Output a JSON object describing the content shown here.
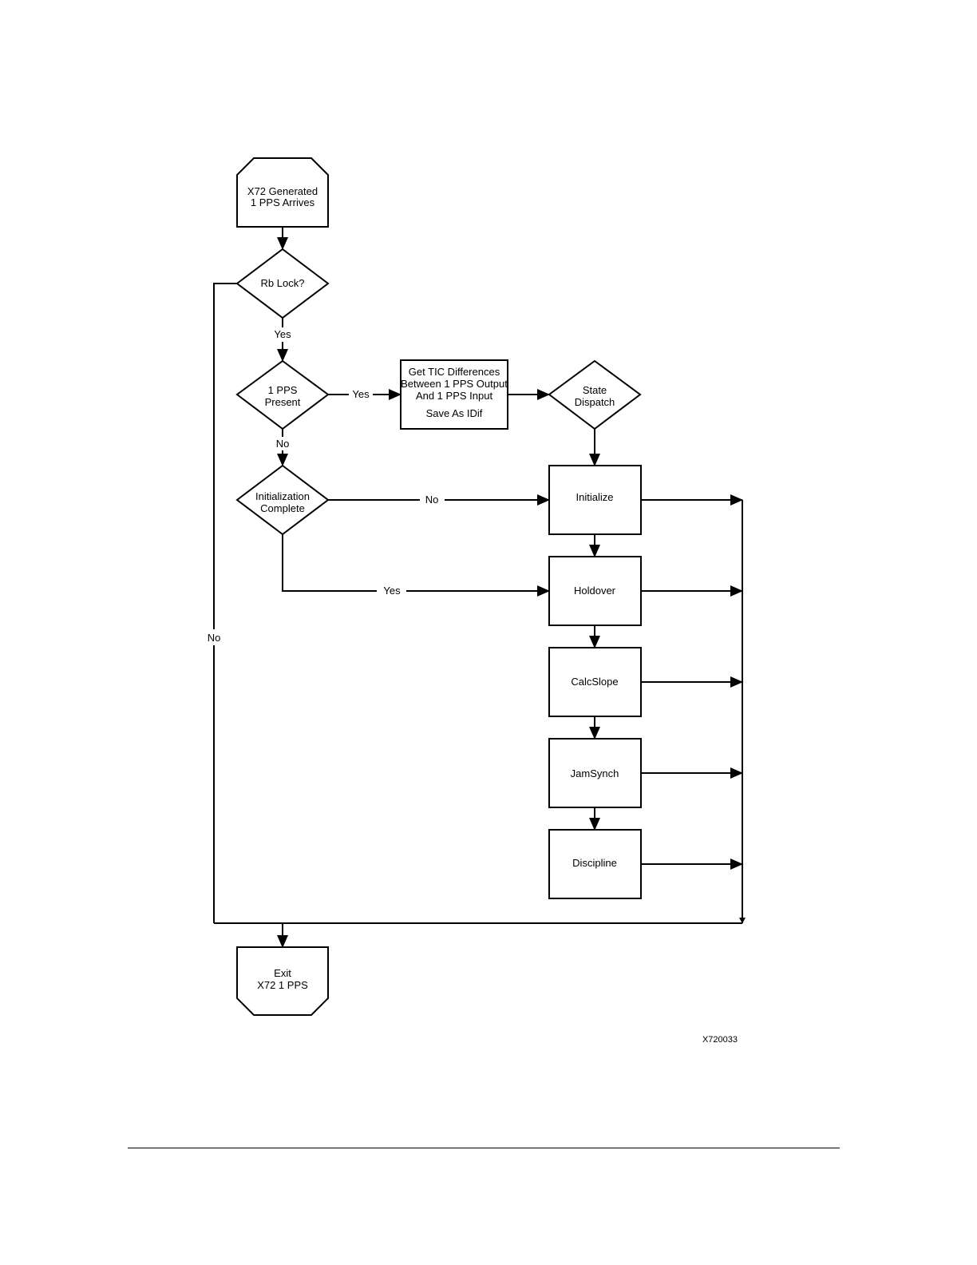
{
  "nodes": {
    "start": [
      "X72 Generated",
      "1 PPS Arrives"
    ],
    "rb_lock": [
      "Rb Lock?"
    ],
    "pps_present": [
      "1 PPS",
      "Present"
    ],
    "get_tic": [
      "Get TIC Differences",
      "Between 1 PPS Output",
      "And 1 PPS Input",
      "Save As IDif"
    ],
    "state_dispatch": [
      "State",
      "Dispatch"
    ],
    "init_complete": [
      "Initialization",
      "Complete"
    ],
    "initialize": [
      "Initialize"
    ],
    "holdover": [
      "Holdover"
    ],
    "calcslope": [
      "CalcSlope"
    ],
    "jamsynch": [
      "JamSynch"
    ],
    "discipline": [
      "Discipline"
    ],
    "exit": [
      "Exit",
      "X72 1 PPS"
    ]
  },
  "edge_labels": {
    "rb_lock_yes": "Yes",
    "rb_lock_no": "No",
    "pps_present_yes": "Yes",
    "pps_present_no": "No",
    "init_complete_no": "No",
    "init_complete_yes": "Yes"
  },
  "figure_id": "X720033"
}
